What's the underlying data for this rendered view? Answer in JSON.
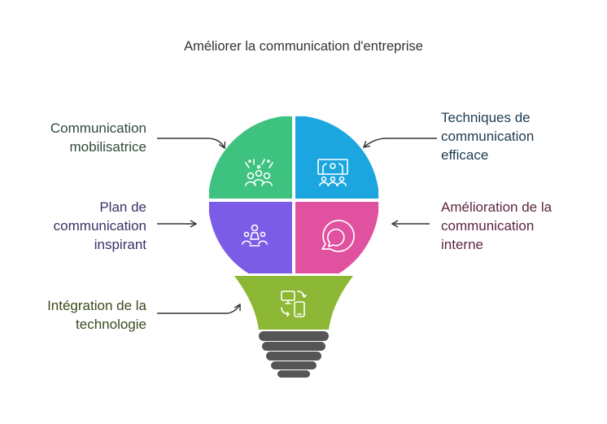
{
  "title": "Améliorer la communication d'entreprise",
  "colors": {
    "green": "#3ec27f",
    "blue": "#1ba6e0",
    "purple": "#7b5ce6",
    "pink": "#e0519f",
    "olive": "#8cb836",
    "base": "#555555",
    "arrow": "#333333"
  },
  "items": [
    {
      "id": "mobilizing",
      "lines": [
        "Communication",
        "mobilisatrice"
      ],
      "color": "#2e4a3a",
      "icon": "crowd-celebration-icon"
    },
    {
      "id": "techniques",
      "lines": [
        "Techniques de",
        "communication",
        "efficace"
      ],
      "color": "#1e3c52",
      "icon": "presentation-audience-icon"
    },
    {
      "id": "plan",
      "lines": [
        "Plan de",
        "communication",
        "inspirant"
      ],
      "color": "#3d2f66",
      "icon": "speaker-audience-icon"
    },
    {
      "id": "internal",
      "lines": [
        "Amélioration de la",
        "communication",
        "interne"
      ],
      "color": "#5e2443",
      "icon": "chat-bubble-icon"
    },
    {
      "id": "technology",
      "lines": [
        "Intégration de la",
        "technologie"
      ],
      "color": "#3b4a1c",
      "icon": "device-sync-icon"
    }
  ]
}
